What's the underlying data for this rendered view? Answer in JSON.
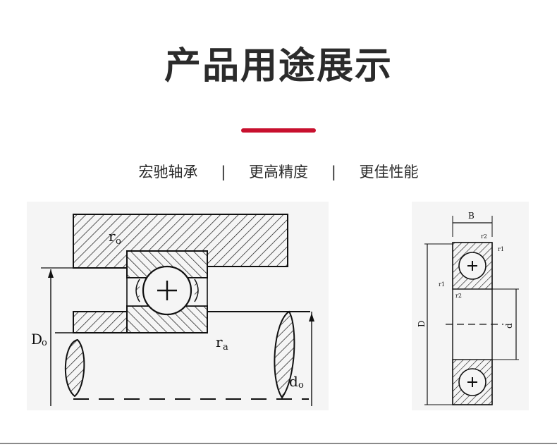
{
  "header": {
    "title": "产品用途展示",
    "accent_color": "#c8102e"
  },
  "features": {
    "item_1": "宏驰轴承",
    "item_2": "更高精度",
    "item_3": "更佳性能",
    "separator": "|"
  },
  "diagram_left": {
    "label_r_outer": "r",
    "label_r_outer_sub": "o",
    "label_r_inner": "r",
    "label_r_inner_sub": "a",
    "label_D": "D",
    "label_D_sub": "o",
    "label_d": "d",
    "label_d_sub": "o"
  },
  "diagram_right": {
    "label_B": "B",
    "label_r2_top": "r2",
    "label_r1_top": "r1",
    "label_r1_mid": "r1",
    "label_r2_mid": "r2",
    "label_D": "D",
    "label_d": "d"
  }
}
